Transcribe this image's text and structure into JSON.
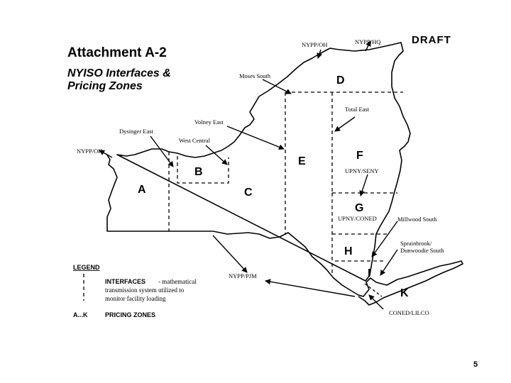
{
  "header": {
    "title": "Attachment A-2",
    "subtitle_line1": "NYISO Interfaces &",
    "subtitle_line2": "Pricing Zones",
    "draft": "DRAFT"
  },
  "interfaces": {
    "nypp_oh_top": "NYPP/OH",
    "nypp_hq": "NYPP/HQ",
    "moses_south": "Moses South",
    "total_east": "Total East",
    "volney_east": "Volney East",
    "dysinger_east": "Dysinger East",
    "west_central": "West Central",
    "nypp_oh_west": "NYPP/OH",
    "upny_seny": "UPNY/SENY",
    "upny_coned": "UPNY/CONED",
    "millwood_south": "Millwood South",
    "sprainbrook_line1": "Sprainbrook/",
    "sprainbrook_line2": "Dunwoodie South",
    "nypp_pjm": "NYPP/PJM",
    "coned_lilco": "CONED/LILCO"
  },
  "zones": [
    "A",
    "B",
    "C",
    "D",
    "E",
    "F",
    "G",
    "H",
    "I",
    "K"
  ],
  "legend": {
    "title": "LEGEND",
    "interfaces_label": "INTERFACES",
    "interfaces_desc_line1": " - mathematical",
    "interfaces_desc_line2": "transmission system utilized to",
    "interfaces_desc_line3": "monitor facility loading",
    "zones_key": "A...K",
    "zones_label": "PRICING ZONES"
  },
  "page_number": "5"
}
